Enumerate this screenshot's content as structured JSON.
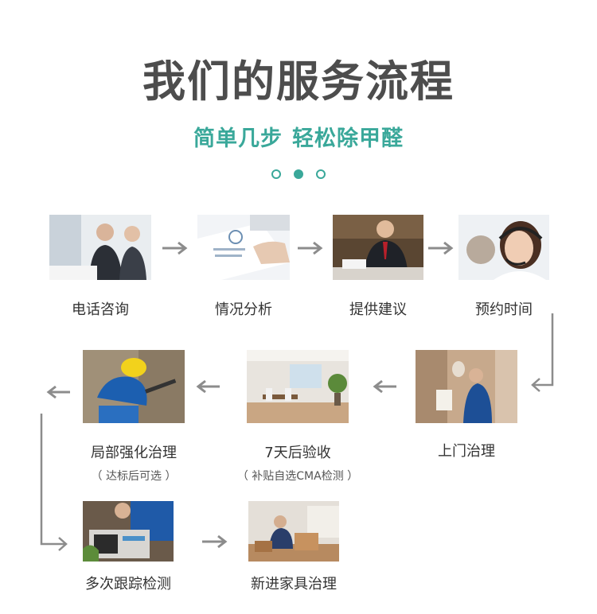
{
  "header": {
    "title": "我们的服务流程",
    "subtitle_part1": "简单几步",
    "subtitle_part2": "轻松除甲醛"
  },
  "colors": {
    "accent": "#3aa89a",
    "title": "#4d4d4d",
    "arrow": "#8c8c8c"
  },
  "steps": [
    {
      "label": "电话咨询",
      "icon": "call-center-photo"
    },
    {
      "label": "情况分析",
      "icon": "document-analysis-photo"
    },
    {
      "label": "提供建议",
      "icon": "consultant-photo"
    },
    {
      "label": "预约时间",
      "icon": "headset-operator-photo"
    },
    {
      "label": "上门治理",
      "icon": "technician-spraying-photo"
    },
    {
      "label": "7天后验收",
      "note": "（ 补贴自选CMA检测 ）",
      "icon": "living-room-photo"
    },
    {
      "label": "局部强化治理",
      "note": "（ 达标后可选 ）",
      "icon": "worker-spraying-photo"
    },
    {
      "label": "多次跟踪检测",
      "icon": "testing-equipment-photo"
    },
    {
      "label": "新进家具治理",
      "icon": "furniture-treatment-photo"
    }
  ]
}
